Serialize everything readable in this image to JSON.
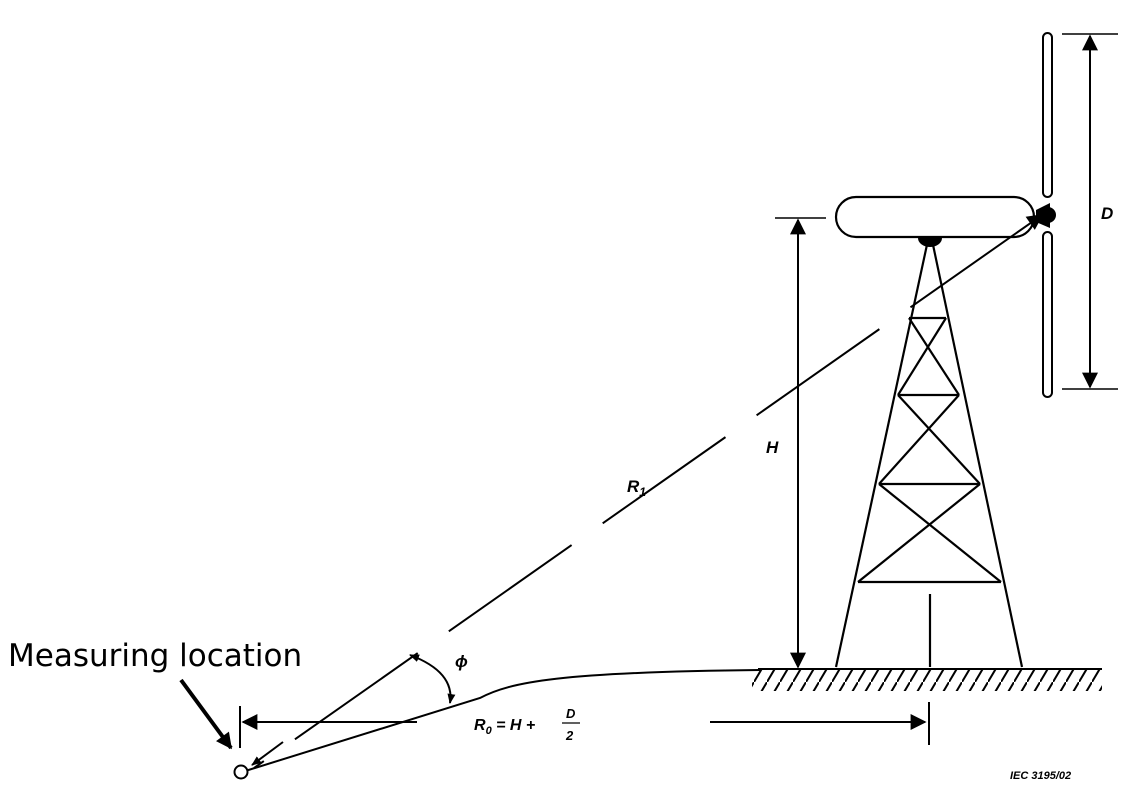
{
  "callout": {
    "label": "Measuring location"
  },
  "labels": {
    "D": "D",
    "H": "H",
    "R1": "R",
    "R1_sub": "1",
    "phi": "ϕ",
    "R0": "R",
    "R0_sub": "0",
    "R0_eq": " = H + ",
    "frac_num": "D",
    "frac_den": "2"
  },
  "reference": "IEC  3195/02"
}
